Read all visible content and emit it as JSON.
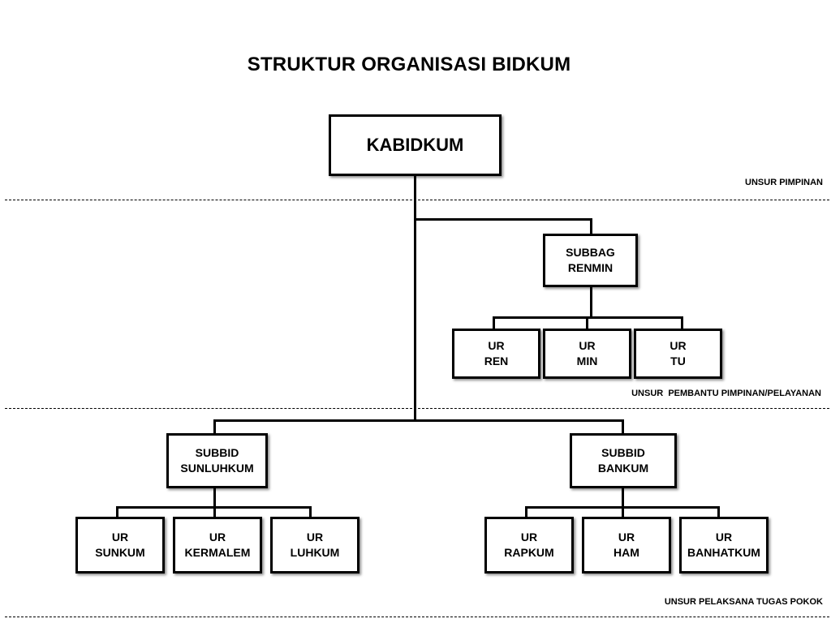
{
  "title": "STRUKTUR ORGANISASI BIDKUM",
  "zones": {
    "pimpinan": "UNSUR PIMPINAN",
    "pembantu": "UNSUR  PEMBANTU PIMPINAN/PELAYANAN",
    "pelaksana": "UNSUR PELAKSANA TUGAS POKOK"
  },
  "head": {
    "label": "KABIDKUM"
  },
  "subbag": {
    "line1": "SUBBAG",
    "line2": "RENMIN",
    "units": [
      {
        "line1": "UR",
        "line2": "REN"
      },
      {
        "line1": "UR",
        "line2": "MIN"
      },
      {
        "line1": "UR",
        "line2": "TU"
      }
    ]
  },
  "subbid_left": {
    "line1": "SUBBID",
    "line2": "SUNLUHKUM",
    "units": [
      {
        "line1": "UR",
        "line2": "SUNKUM"
      },
      {
        "line1": "UR",
        "line2": "KERMALEM"
      },
      {
        "line1": "UR",
        "line2": "LUHKUM"
      }
    ]
  },
  "subbid_right": {
    "line1": "SUBBID",
    "line2": "BANKUM",
    "units": [
      {
        "line1": "UR",
        "line2": "RAPKUM"
      },
      {
        "line1": "UR",
        "line2": "HAM"
      },
      {
        "line1": "UR",
        "line2": "BANHATKUM"
      }
    ]
  }
}
